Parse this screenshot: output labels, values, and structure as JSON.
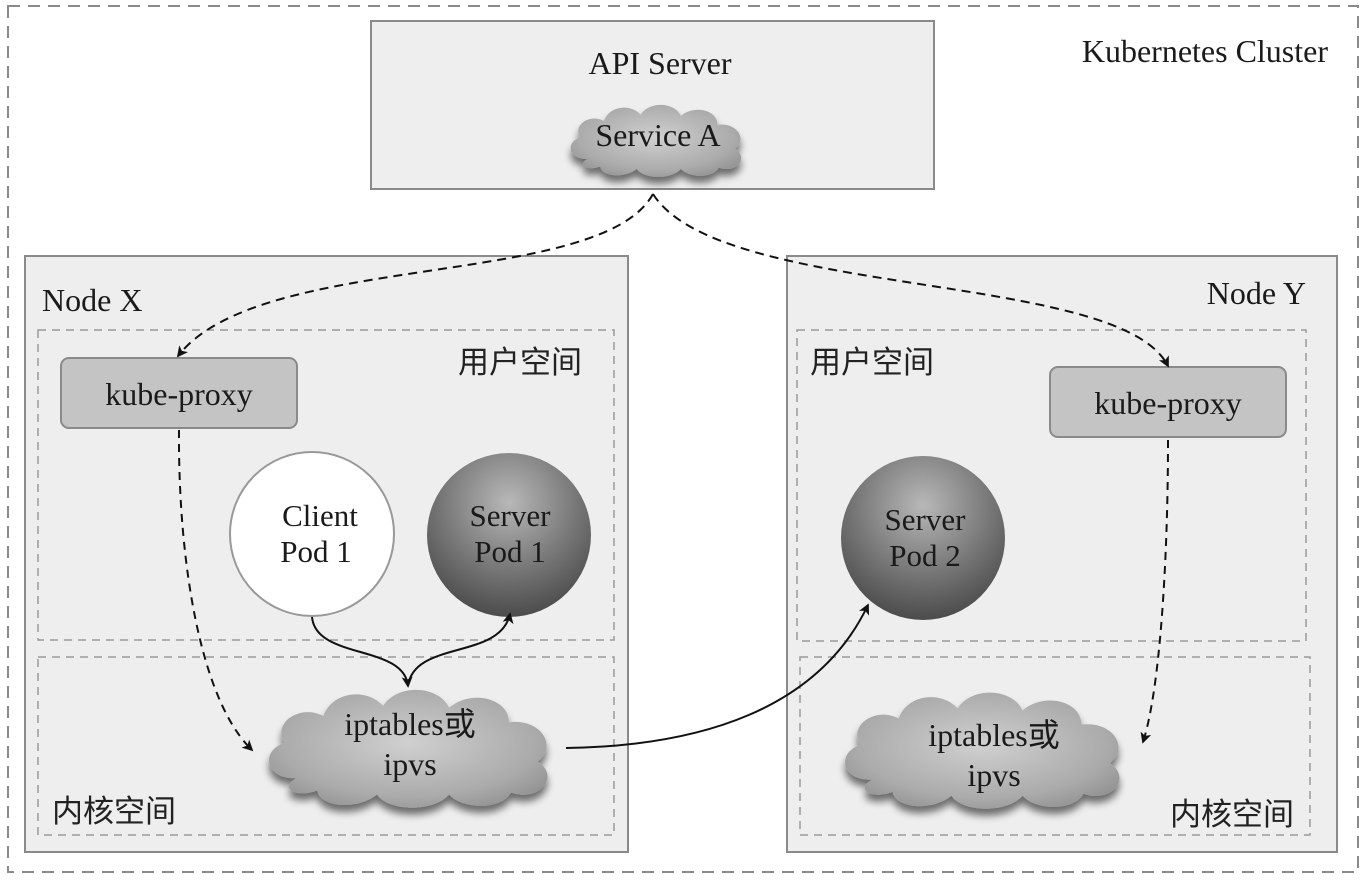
{
  "cluster": {
    "title": "Kubernetes Cluster"
  },
  "api_server": {
    "title": "API Server",
    "service": "Service A"
  },
  "node_x": {
    "title": "Node X",
    "user_space": "用户空间",
    "kernel_space": "内核空间",
    "kube_proxy": "kube-proxy",
    "client_pod": {
      "line1": "Client",
      "line2": "Pod 1"
    },
    "server_pod": {
      "line1": "Server",
      "line2": "Pod 1"
    },
    "iptables": {
      "line1": "iptables或",
      "line2": "ipvs"
    }
  },
  "node_y": {
    "title": "Node Y",
    "user_space": "用户空间",
    "kernel_space": "内核空间",
    "kube_proxy": "kube-proxy",
    "server_pod": {
      "line1": "Server",
      "line2": "Pod 2"
    },
    "iptables": {
      "line1": "iptables或",
      "line2": "ipvs"
    }
  },
  "colors": {
    "node_fill": "#eeeeee",
    "border": "#8a8a8a",
    "proxy_fill": "#c4c4c4",
    "cloud_fill": "#a9a9a9",
    "server_pod_fill": "#666666"
  }
}
